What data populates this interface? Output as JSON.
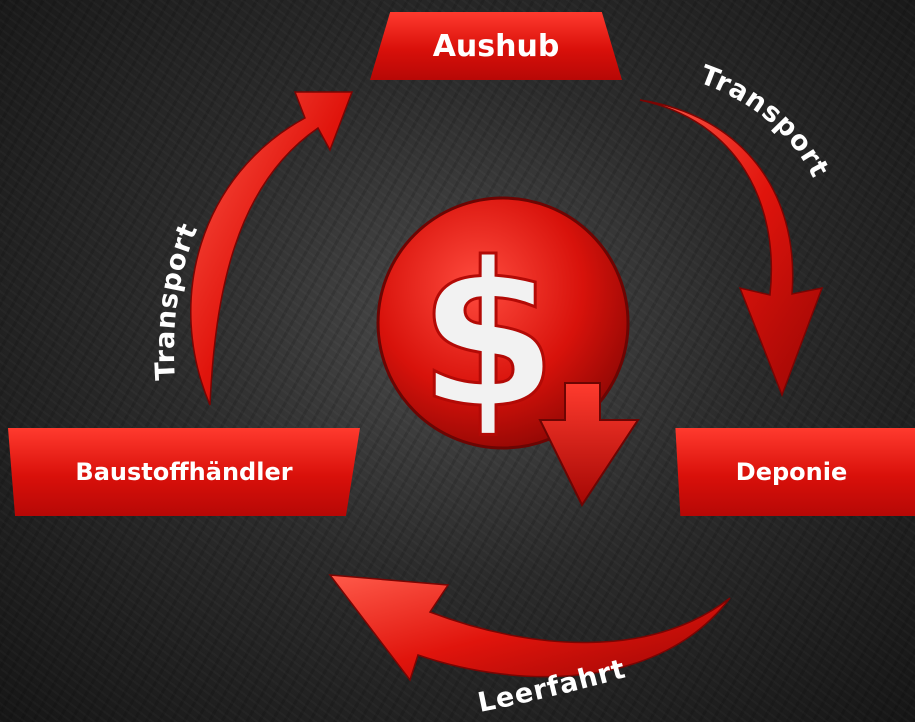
{
  "nodes": {
    "top": "Aushub",
    "left": "Baustoffhändler",
    "right": "Deponie"
  },
  "edges": {
    "left_arc": "Transport",
    "right_arc": "Transport",
    "bottom_arc": "Leerfahrt"
  },
  "center": {
    "symbol": "$",
    "icon": "dollar-down-arrow-icon"
  },
  "colors": {
    "accent": "#d9100a",
    "background": "#2b2b2b",
    "text": "#ffffff"
  }
}
